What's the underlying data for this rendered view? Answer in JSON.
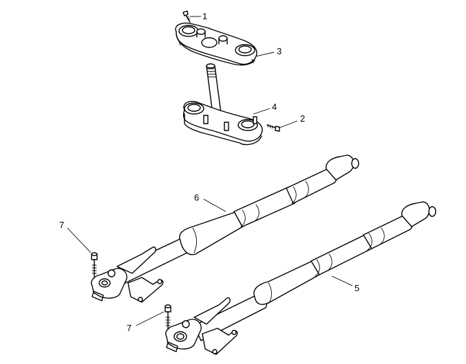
{
  "callouts": [
    {
      "id": "c1",
      "text": "1"
    },
    {
      "id": "c2",
      "text": "2"
    },
    {
      "id": "c3",
      "text": "3"
    },
    {
      "id": "c4",
      "text": "4"
    },
    {
      "id": "c5",
      "text": "5"
    },
    {
      "id": "c6",
      "text": "6"
    },
    {
      "id": "c7a",
      "text": "7"
    },
    {
      "id": "c7b",
      "text": "7"
    }
  ]
}
